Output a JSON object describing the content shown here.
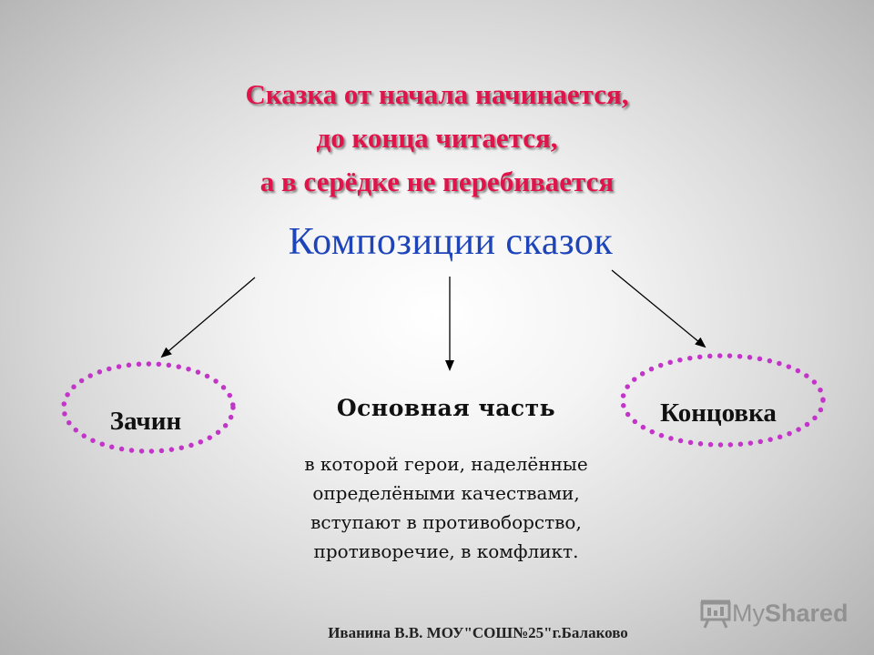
{
  "proverb": {
    "line1": "Сказка от начала начинается,",
    "line2": "до конца читается,",
    "line3": "а в серёдке не перебивается"
  },
  "title": "Композиции сказок",
  "parts": {
    "start": "Зачин",
    "main": "Основная часть",
    "end": "Концовка"
  },
  "main_description": [
    "в которой герои, наделённые",
    "определёными качествами,",
    "вступают в противоборство,",
    "противоречие,  в комфликт."
  ],
  "footer": "Иванина В.В. МОУ\"СОШ№25\"г.Балаково",
  "watermark": {
    "prefix": "My",
    "suffix": "Shared",
    "icon": "presentation-board-icon"
  },
  "colors": {
    "proverb": "#e0144a",
    "title": "#1d44b8",
    "ellipse_dots": "#c334c8"
  }
}
